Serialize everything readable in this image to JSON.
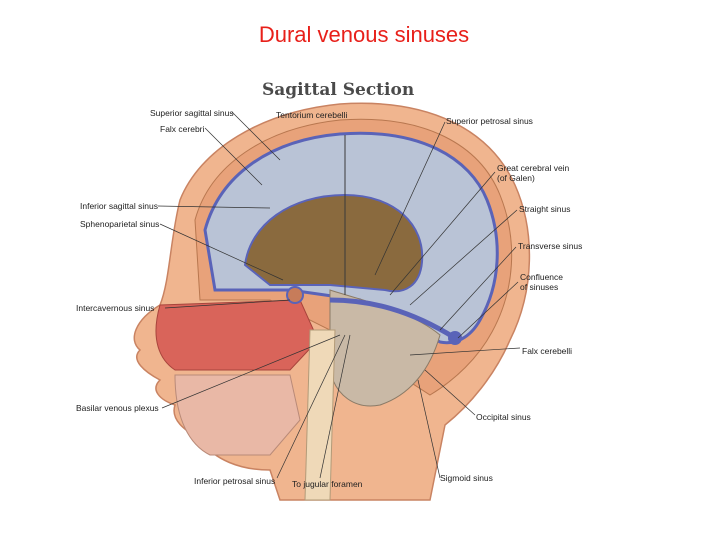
{
  "slide_title": "Dural venous sinuses",
  "section_title": "Sagittal Section",
  "labels": {
    "superior_sagittal_sinus": "Superior sagittal sinus",
    "falx_cerebri": "Falx cerebri",
    "inferior_sagittal_sinus": "Inferior sagittal sinus",
    "sphenoparietal_sinus": "Sphenoparietal sinus",
    "intercavernous_sinus": "Intercavernous sinus",
    "basilar_venous_plexus": "Basilar venous plexus",
    "inferior_petrosal_sinus": "Inferior petrosal sinus",
    "to_jugular_foramen": "To jugular foramen",
    "tentorium_cerebelli": "Tentorium cerebelli",
    "superior_petrosal_sinus": "Superior petrosal sinus",
    "great_cerebral_vein_1": "Great cerebral vein",
    "great_cerebral_vein_2": "(of Galen)",
    "straight_sinus": "Straight sinus",
    "transverse_sinus": "Transverse sinus",
    "confluence_1": "Confluence",
    "confluence_2": "of sinuses",
    "falx_cerebelli": "Falx cerebelli",
    "occipital_sinus": "Occipital sinus",
    "sigmoid_sinus": "Sigmoid sinus"
  },
  "colors": {
    "title": "#e8201a",
    "skin": "#f0b58f",
    "dura": "#e8a27a",
    "sinus": "#5a63b8",
    "brain": "#b9c3d6",
    "cavity": "#8a6a3e"
  }
}
